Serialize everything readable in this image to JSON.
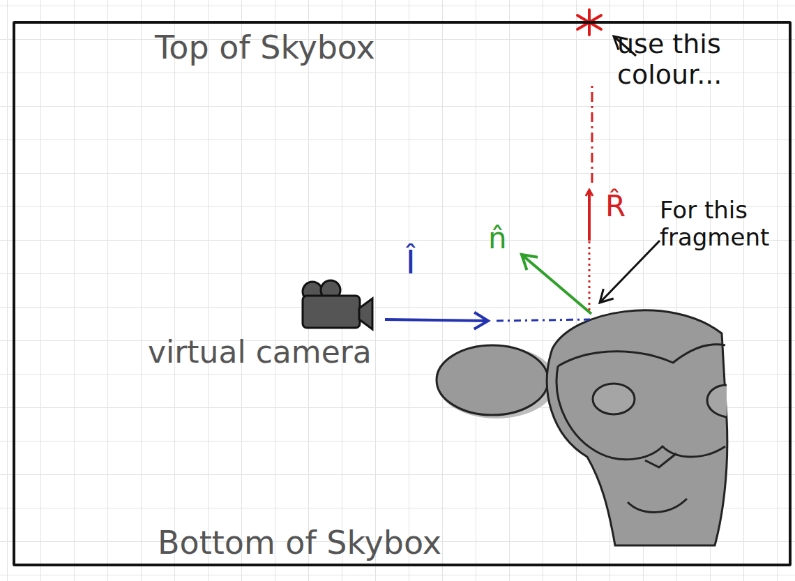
{
  "diagram": {
    "nodes": [
      {
        "text": [
          "Top of Skybox",
          "Bottom of Skybox"
        ]
      }
    ],
    "labels": [
      "use this colour...",
      "R̂",
      "n̂",
      "Î",
      "For this fragment",
      "virtual camera"
    ]
  }
}
